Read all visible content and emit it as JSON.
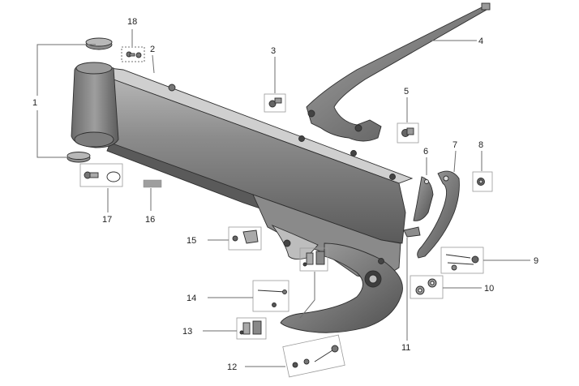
{
  "diagram": {
    "callouts": [
      {
        "id": "1",
        "label": "1"
      },
      {
        "id": "2",
        "label": "2"
      },
      {
        "id": "3",
        "label": "3"
      },
      {
        "id": "4",
        "label": "4"
      },
      {
        "id": "5",
        "label": "5"
      },
      {
        "id": "6",
        "label": "6"
      },
      {
        "id": "7",
        "label": "7"
      },
      {
        "id": "8",
        "label": "8"
      },
      {
        "id": "9",
        "label": "9"
      },
      {
        "id": "10",
        "label": "10"
      },
      {
        "id": "11",
        "label": "11"
      },
      {
        "id": "12",
        "label": "12"
      },
      {
        "id": "13",
        "label": "13"
      },
      {
        "id": "14",
        "label": "14"
      },
      {
        "id": "15",
        "label": "15"
      },
      {
        "id": "16",
        "label": "16"
      },
      {
        "id": "17",
        "label": "17"
      },
      {
        "id": "18",
        "label": "18"
      }
    ],
    "colors": {
      "frame_dark": "#5e5e5e",
      "frame_mid": "#8a8a8a",
      "frame_light": "#bdbdbd",
      "leader": "#6e6e6e"
    }
  }
}
